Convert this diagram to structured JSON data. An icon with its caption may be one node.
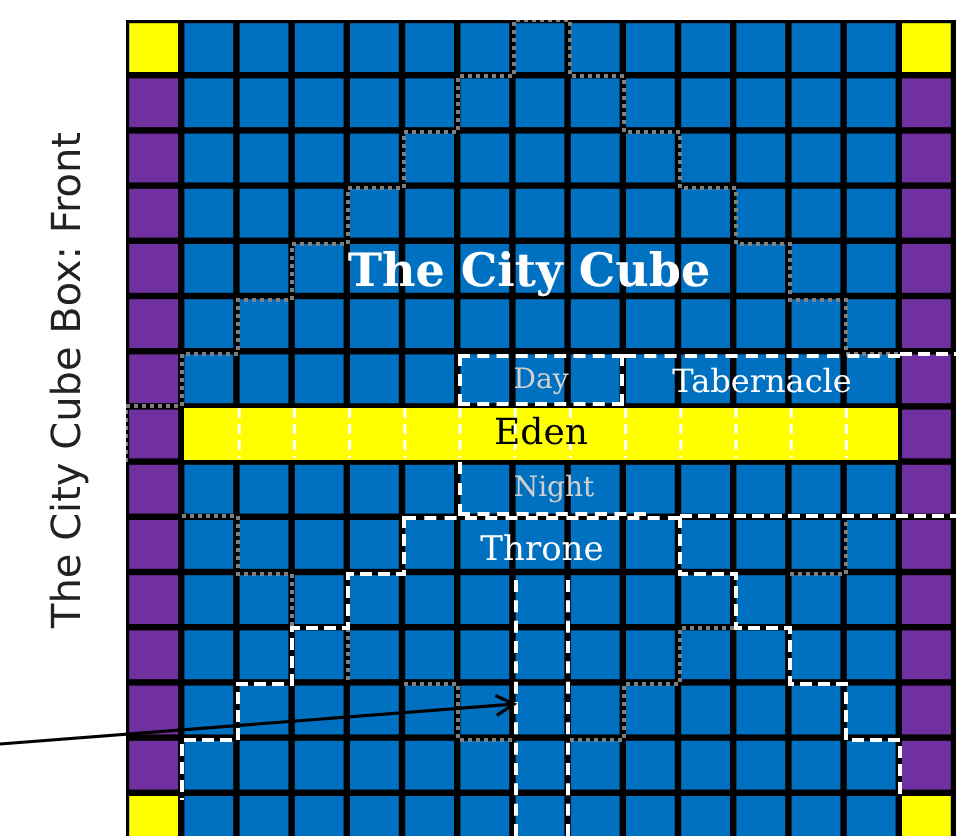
{
  "diagram": {
    "nodes": [
      {
        "text": [
          "The City Cube"
        ]
      },
      {
        "text": [
          "Day"
        ],
        "in": 0
      },
      {
        "text": [
          "Tabernacle"
        ],
        "in": 0
      },
      {
        "text": [
          "Eden"
        ],
        "in": 0
      },
      {
        "text": [
          "Night"
        ],
        "in": 0
      },
      {
        "text": [
          "Throne"
        ],
        "in": 0
      },
      {
        "text": [],
        "shape": "box",
        "in": 0
      }
    ],
    "edges": [
      {
        "from": null,
        "to": 6,
        "arrow": "to"
      }
    ],
    "labels": [
      "The City Cube Box: Front"
    ]
  }
}
